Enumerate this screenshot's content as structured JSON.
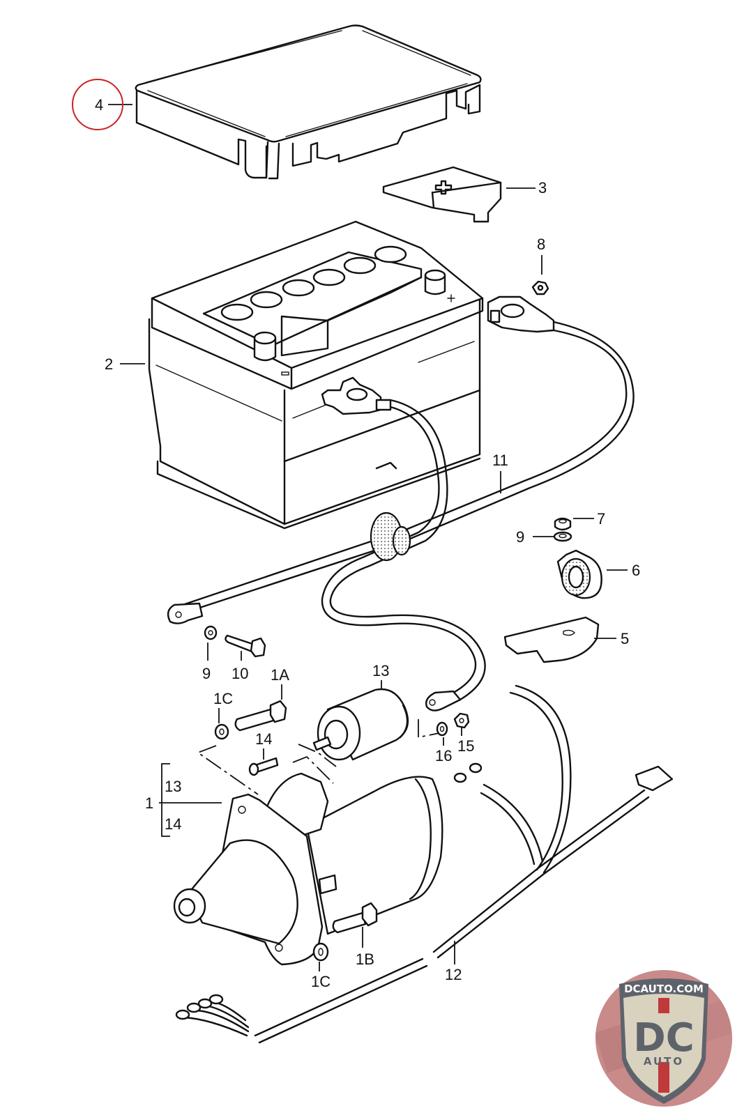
{
  "diagram": {
    "title": "Battery and starter motor exploded parts diagram",
    "highlighted_callout": "4",
    "highlight_color": "#cc2222",
    "callouts": [
      {
        "id": "1",
        "part": "starter-motor"
      },
      {
        "id": "1A",
        "part": "bolt"
      },
      {
        "id": "1B",
        "part": "bolt"
      },
      {
        "id": "1C",
        "part": "washer"
      },
      {
        "id": "1C",
        "part": "washer"
      },
      {
        "id": "2",
        "part": "battery"
      },
      {
        "id": "3",
        "part": "terminal-cover"
      },
      {
        "id": "4",
        "part": "battery-cover"
      },
      {
        "id": "5",
        "part": "bracket"
      },
      {
        "id": "6",
        "part": "terminal-clamp"
      },
      {
        "id": "7",
        "part": "nut"
      },
      {
        "id": "8",
        "part": "nut"
      },
      {
        "id": "9",
        "part": "washer"
      },
      {
        "id": "9",
        "part": "washer"
      },
      {
        "id": "10",
        "part": "bolt"
      },
      {
        "id": "11",
        "part": "battery-cable"
      },
      {
        "id": "12",
        "part": "wiring-harness"
      },
      {
        "id": "13",
        "part": "solenoid"
      },
      {
        "id": "14",
        "part": "screw"
      },
      {
        "id": "15",
        "part": "nut"
      },
      {
        "id": "16",
        "part": "washer"
      }
    ],
    "bracket_group": {
      "parent": "1",
      "children": [
        "13",
        "14"
      ]
    }
  },
  "labels": {
    "l1": "1",
    "l1A": "1A",
    "l1B": "1B",
    "l1C_top": "1C",
    "l1C_bottom": "1C",
    "l2": "2",
    "l3": "3",
    "l4": "4",
    "l5": "5",
    "l6": "6",
    "l7": "7",
    "l8": "8",
    "l9_left": "9",
    "l9_right": "9",
    "l10": "10",
    "l11": "11",
    "l12": "12",
    "l13_top": "13",
    "l13_bracket": "13",
    "l14_top": "14",
    "l14_bracket": "14",
    "l15": "15",
    "l16": "16"
  },
  "watermark": {
    "site": "DCAUTO.COM",
    "mark": "DC",
    "sub": "AUTO",
    "colors": {
      "ring": "#c98a8a",
      "shield": "#d8d2bf",
      "letters": "#5e636b",
      "stripe": "#c0393b"
    }
  }
}
